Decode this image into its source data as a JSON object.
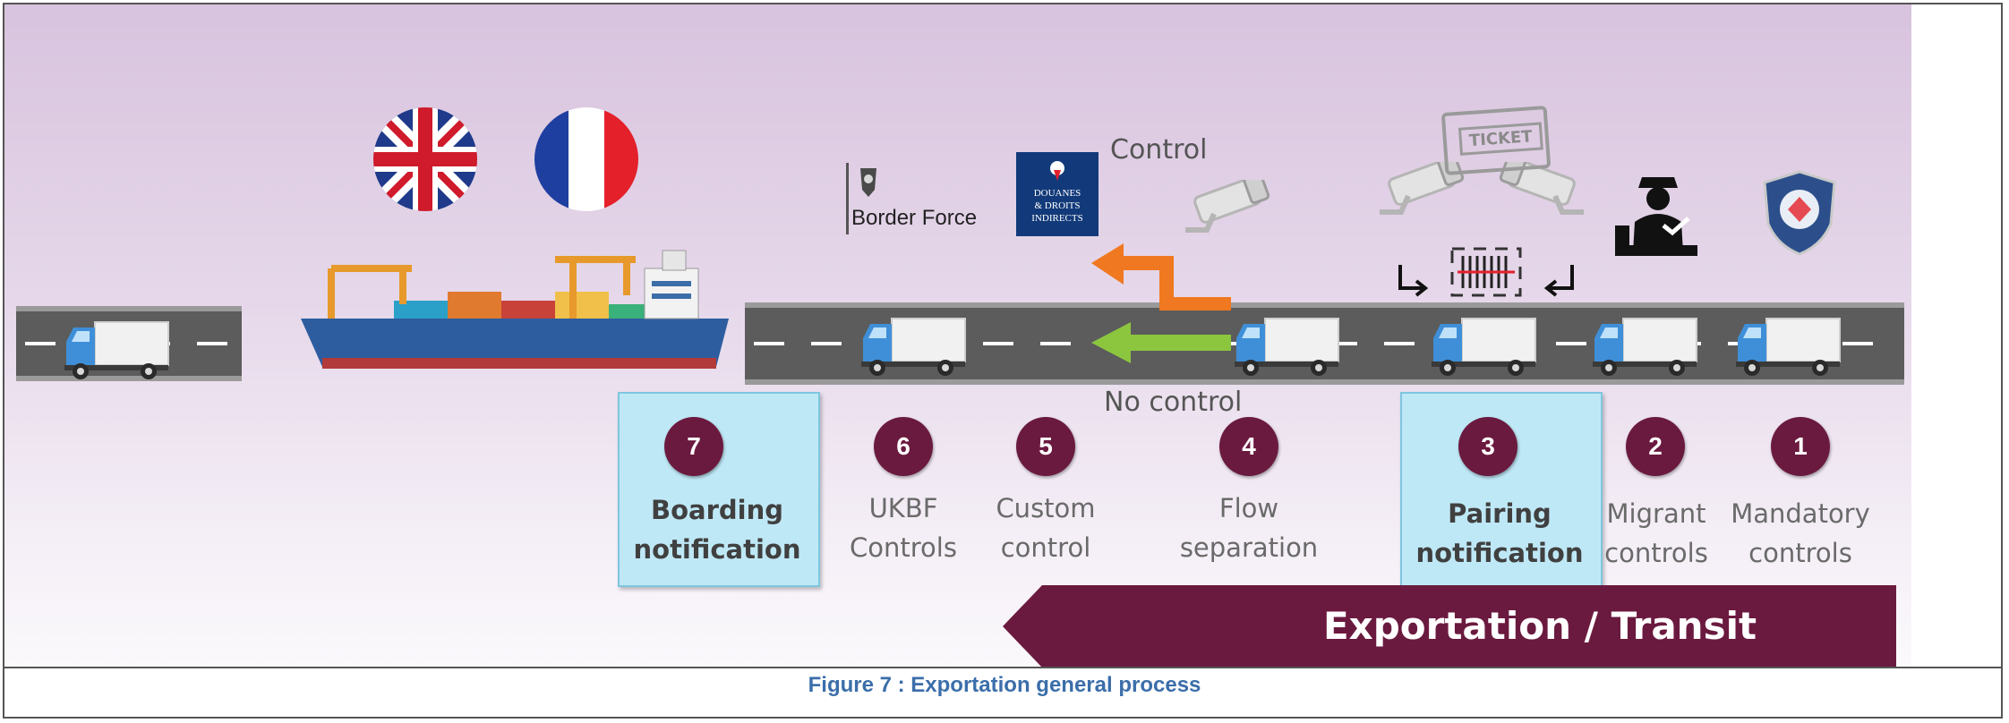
{
  "annotations": {
    "control": "Control",
    "no_control": "No control"
  },
  "logos": {
    "border_force": "Border Force",
    "douanes_line1": "Douanes",
    "douanes_line2": "& Droits",
    "douanes_line3": "Indirects",
    "ticket": "TICKET"
  },
  "steps": [
    {
      "number": "7",
      "label": "Boarding\nnotification",
      "highlighted": true
    },
    {
      "number": "6",
      "label": "UKBF\nControls",
      "highlighted": false
    },
    {
      "number": "5",
      "label": "Custom\ncontrol",
      "highlighted": false
    },
    {
      "number": "4",
      "label": "Flow\nseparation",
      "highlighted": false
    },
    {
      "number": "3",
      "label": "Pairing\nnotification",
      "highlighted": true
    },
    {
      "number": "2",
      "label": "Migrant\ncontrols",
      "highlighted": false
    },
    {
      "number": "1",
      "label": "Mandatory\ncontrols",
      "highlighted": false
    }
  ],
  "banner": "Exportation / Transit",
  "caption": "Figure 7 : Exportation general process",
  "colors": {
    "step_circle": "#6b1a3f",
    "highlight_box": "#bfe8f6",
    "orange_arrow": "#f07820",
    "green_arrow": "#8cc63f",
    "caption": "#3b6eaa"
  },
  "icons": [
    "uk-flag-icon",
    "france-flag-icon",
    "cargo-ship-icon",
    "truck-icon",
    "cctv-camera-icon",
    "ticket-icon",
    "barcode-scanner-icon",
    "border-officer-icon",
    "police-badge-icon",
    "border-force-logo",
    "douanes-logo"
  ]
}
